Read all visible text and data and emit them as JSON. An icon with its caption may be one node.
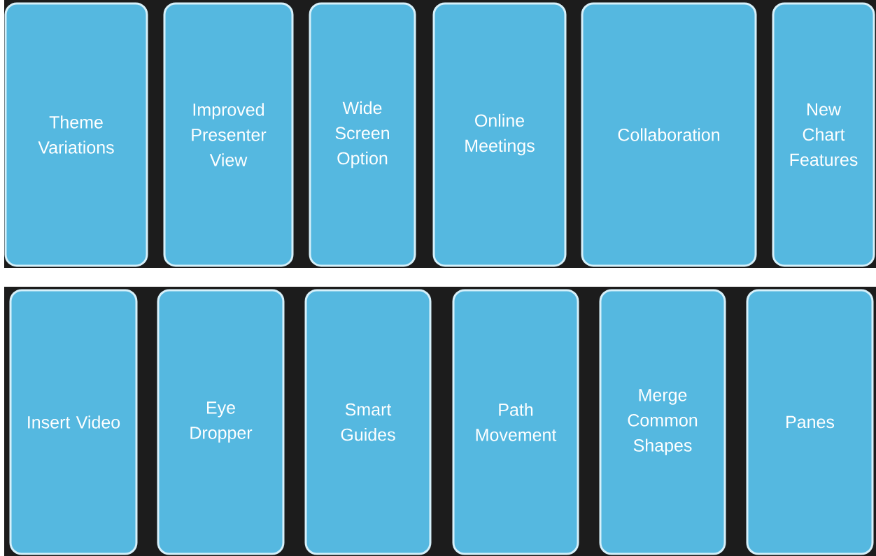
{
  "diagram": {
    "nodes": [
      {
        "text": [
          "Theme Variations"
        ]
      },
      {
        "text": [
          "Improved Presenter View"
        ]
      },
      {
        "text": [
          "Wide Screen Option"
        ]
      },
      {
        "text": [
          "Online Meetings"
        ]
      },
      {
        "text": [
          "Collaboration"
        ]
      },
      {
        "text": [
          "New Chart Features"
        ]
      },
      {
        "text": [
          "Insert Video"
        ]
      },
      {
        "text": [
          "Eye Dropper"
        ]
      },
      {
        "text": [
          "Smart Guides"
        ]
      },
      {
        "text": [
          "Path Movement"
        ]
      },
      {
        "text": [
          "Merge Common Shapes"
        ]
      },
      {
        "text": [
          "Panes"
        ]
      }
    ]
  }
}
